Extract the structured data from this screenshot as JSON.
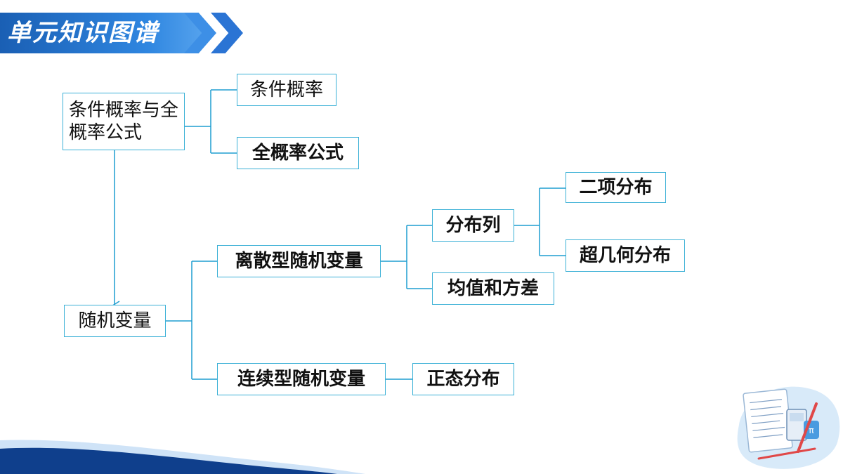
{
  "header": {
    "title": "单元知识图谱"
  },
  "nodes": {
    "root_a": "条件概率与全概率公式",
    "cond_prob": "条件概率",
    "total_prob": "全概率公式",
    "root_b": "随机变量",
    "discrete": "离散型随机变量",
    "continuous": "连续型随机变量",
    "distribution": "分布列",
    "mean_var": "均值和方差",
    "normal": "正态分布",
    "binomial": "二项分布",
    "hypergeo": "超几何分布"
  },
  "colors": {
    "line": "#1f9dd0",
    "node_border": "#3ab0d6",
    "header_blue": "#1a5fb4",
    "wave_dark": "#0f3f8c",
    "wave_light": "#cfe3f7"
  },
  "icons": {
    "decor": "math-notebook-illustration"
  }
}
